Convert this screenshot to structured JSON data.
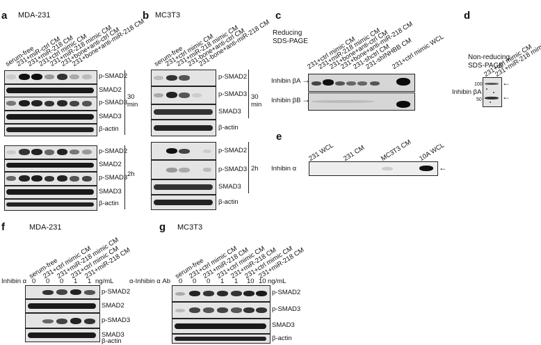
{
  "panels": {
    "a": {
      "label": "a",
      "title": "MDA-231",
      "lanes": [
        "serum-free",
        "231+miR-ctrl CM",
        "231+miR-218 CM",
        "231+ctrl mimic CM",
        "231+miR-218 mimic CM",
        "231+bone+anti-ctrl CM",
        "231+bone+anti-miR-218 CM"
      ],
      "rows": [
        "p-SMAD2",
        "SMAD2",
        "p-SMAD3",
        "SMAD3",
        "β-actin",
        "p-SMAD2",
        "SMAD2",
        "p-SMAD3",
        "SMAD3",
        "β-actin"
      ],
      "time1": "30",
      "time1_unit": "min",
      "time2": "2h"
    },
    "b": {
      "label": "b",
      "title": "MC3T3",
      "lanes": [
        "serum-free",
        "231+ctrl mimic CM",
        "231+miR-218 mimic CM",
        "231-bone+anti-ctrl CM",
        "231-bone+anti-miR-218 CM"
      ],
      "rows": [
        "p-SMAD2",
        "p-SMAD3",
        "SMAD3",
        "β-actin",
        "p-SMAD2",
        "p-SMAD3",
        "SMAD3",
        "β-actin"
      ],
      "time1": "30",
      "time1_unit": "min",
      "time2": "2h"
    },
    "c": {
      "label": "c",
      "title1": "Reducing",
      "title2": "SDS-PAGE",
      "lanes": [
        "231+ctrl mimic CM",
        "231+miR-218 mimic CM",
        "231+bone+anti-ctrl CM",
        "231+bone+anti-miR-218 CM",
        "231-shctrl CM",
        "231-shINHBB CM",
        "231+ctrl mimic WCL"
      ],
      "rows": [
        "Inhibin βA",
        "Inhibin βB"
      ]
    },
    "d": {
      "label": "d",
      "title1": "Non-reducing",
      "title2": "SDS-PAGE",
      "lanes": [
        "231+ctrl mimic CM",
        "231+miR-218 mimic CM"
      ],
      "row": "Inhibin βA",
      "mw_high": "100",
      "mw_low": "50"
    },
    "e": {
      "label": "e",
      "lanes": [
        "231 WCL",
        "231 CM",
        "MC3T3 CM",
        "10A WCL"
      ],
      "row": "Inhibin α"
    },
    "f": {
      "label": "f",
      "title": "MDA-231",
      "lanes": [
        "serum-free",
        "231+ctrl mimic CM",
        "231+miR-218 mimic CM",
        "231+ctrl mimic CM",
        "231+miR-218 CM"
      ],
      "treatment": "Inhibin α",
      "doses": [
        "0",
        "0",
        "0",
        "1",
        "1"
      ],
      "unit": "ng/mL",
      "rows": [
        "p-SMAD2",
        "SMAD2",
        "p-SMAD3",
        "SMAD3",
        "β-actin"
      ]
    },
    "g": {
      "label": "g",
      "title": "MC3T3",
      "lanes": [
        "serum-free",
        "231+ctrl mimic CM",
        "231+miR-218 CM",
        "231+ctrl mimic CM",
        "231+miR-218 CM",
        "231+ctrl mimic CM",
        "231+miR-218 CM"
      ],
      "treatment": "α-Inhibin α Ab",
      "doses": [
        "0",
        "0",
        "0",
        "1",
        "1",
        "10",
        "10"
      ],
      "unit": "ng/mL",
      "rows": [
        "p-SMAD2",
        "p-SMAD3",
        "SMAD3",
        "β-actin"
      ]
    }
  }
}
